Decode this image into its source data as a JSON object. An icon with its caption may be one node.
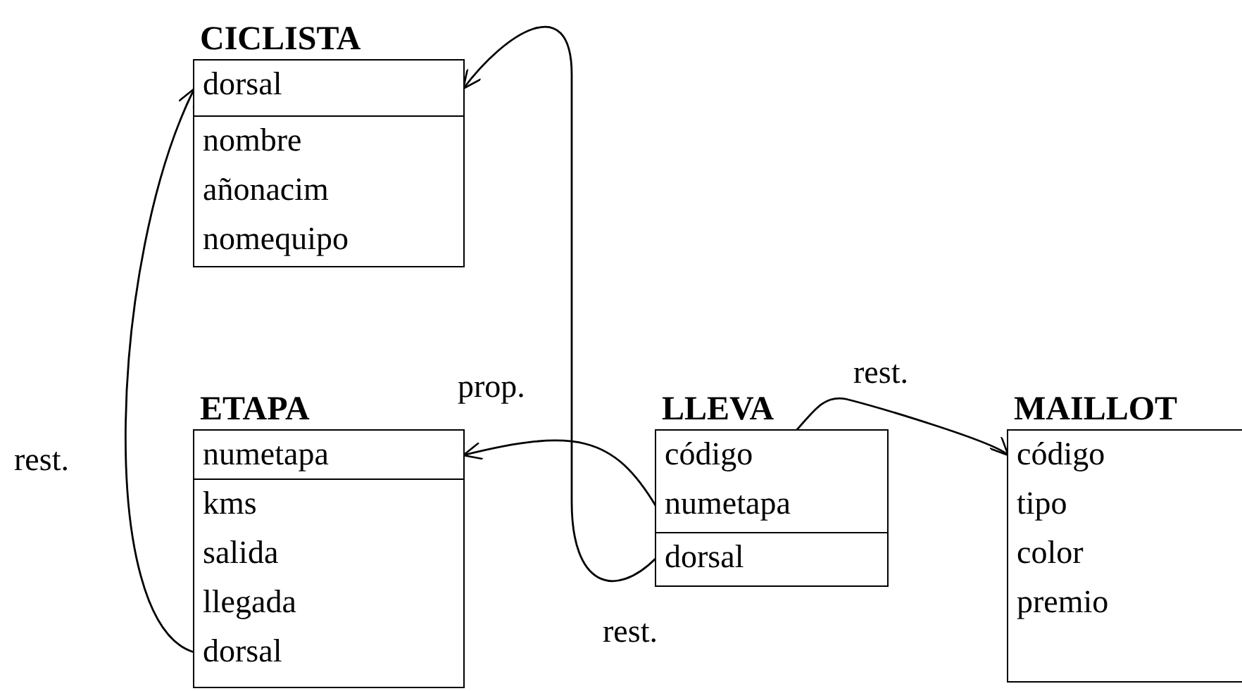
{
  "diagram": {
    "nodes": [
      {
        "text": [
          "CICLISTA"
        ]
      },
      {
        "text": [
          "dorsal"
        ],
        "in": 0
      },
      {
        "text": [
          "nombre"
        ],
        "in": 0
      },
      {
        "text": [
          "añonacim"
        ],
        "in": 0
      },
      {
        "text": [
          "nomequipo"
        ],
        "in": 0
      },
      {
        "text": [
          "ETAPA"
        ]
      },
      {
        "text": [
          "numetapa"
        ],
        "in": 5
      },
      {
        "text": [
          "kms"
        ],
        "in": 5
      },
      {
        "text": [
          "salida"
        ],
        "in": 5
      },
      {
        "text": [
          "llegada"
        ],
        "in": 5
      },
      {
        "text": [
          "dorsal"
        ],
        "in": 5
      },
      {
        "text": [
          "LLEVA"
        ]
      },
      {
        "text": [
          "código"
        ],
        "in": 11
      },
      {
        "text": [
          "numetapa"
        ],
        "in": 11
      },
      {
        "text": [
          "dorsal"
        ],
        "in": 11
      },
      {
        "text": [
          "MAILLOT"
        ]
      },
      {
        "text": [
          "código"
        ],
        "in": 15
      },
      {
        "text": [
          "tipo"
        ],
        "in": 15
      },
      {
        "text": [
          "color"
        ],
        "in": 15
      },
      {
        "text": [
          "premio"
        ],
        "in": 15
      }
    ],
    "edges": [
      {
        "from": 10,
        "to": 1,
        "arrow": "to",
        "label": "rest."
      },
      {
        "from": 13,
        "to": 6,
        "arrow": "to",
        "label": "prop."
      },
      {
        "from": 14,
        "to": 1,
        "arrow": "to",
        "label": "rest."
      },
      {
        "from": 12,
        "to": 16,
        "arrow": "to",
        "label": "rest."
      }
    ]
  }
}
